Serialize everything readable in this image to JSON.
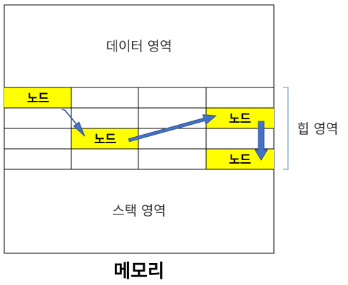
{
  "regions": {
    "data": "데이터 영역",
    "stack": "스택 영역",
    "heap": "힙 영역"
  },
  "title": "메모리",
  "nodes": [
    {
      "label": "노드",
      "row": 0,
      "col": 0
    },
    {
      "label": "노드",
      "row": 2,
      "col": 1
    },
    {
      "label": "노드",
      "row": 1,
      "col": 3
    },
    {
      "label": "노드",
      "row": 3,
      "col": 3
    }
  ],
  "colors": {
    "node_fill": "#ffff00",
    "arrow_fill": "#4472c4",
    "arrow_stroke": "#2f528f",
    "brace": "#8eaadb",
    "border": "#000000"
  }
}
